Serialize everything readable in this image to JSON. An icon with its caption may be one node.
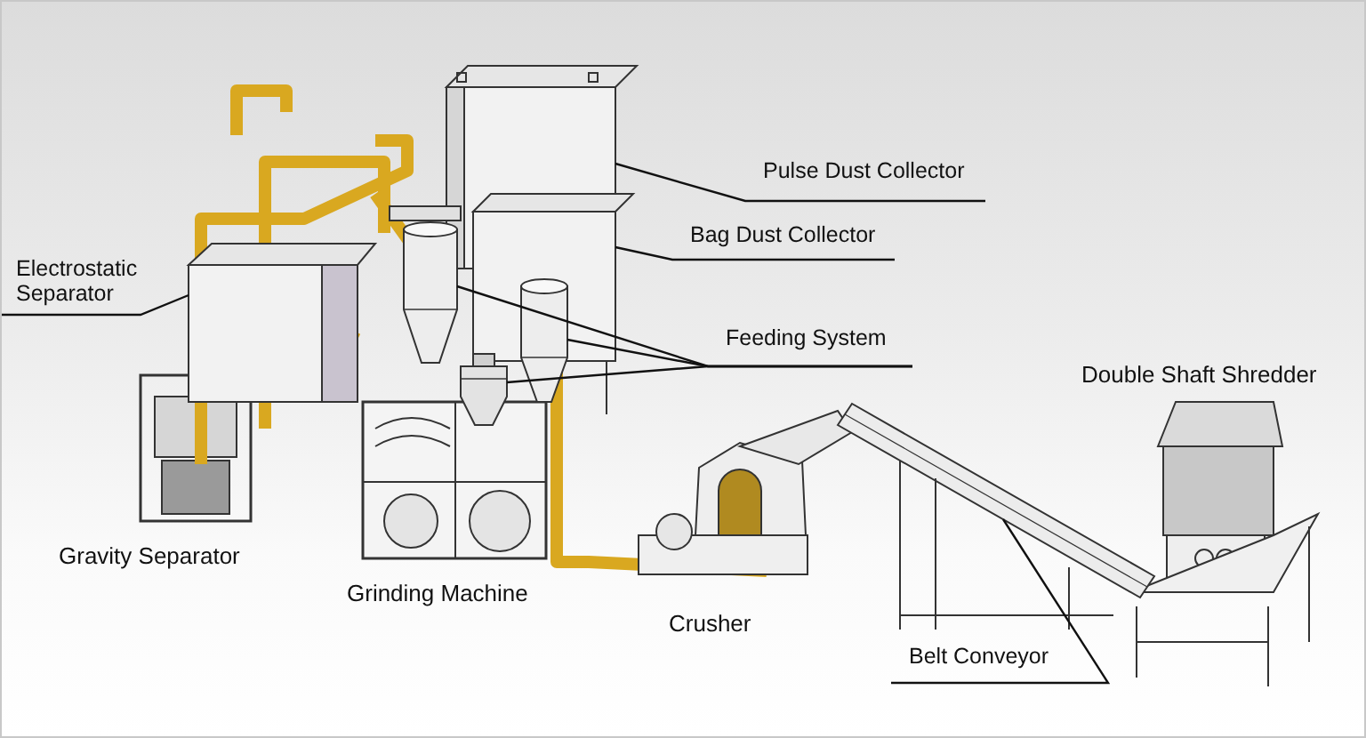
{
  "diagram": {
    "nodes": [
      {
        "text": [
          "Pulse Dust Collector"
        ]
      },
      {
        "text": [],
        "shape": "picture"
      },
      {
        "text": [
          "Bag Dust Collector"
        ]
      },
      {
        "text": [],
        "shape": "picture"
      },
      {
        "text": [
          "Electrostatic Separator"
        ]
      },
      {
        "text": [],
        "shape": "picture"
      },
      {
        "text": [
          "Feeding System"
        ]
      },
      {
        "text": [],
        "shape": "picture"
      },
      {
        "text": [],
        "shape": "picture"
      },
      {
        "text": [],
        "shape": "picture"
      },
      {
        "text": [
          "Belt Conveyor"
        ]
      },
      {
        "text": [],
        "shape": "picture"
      }
    ],
    "edges": [
      {
        "from": 0,
        "to": 1,
        "arrow": "none"
      },
      {
        "from": 2,
        "to": 3,
        "arrow": "none"
      },
      {
        "from": 4,
        "to": 5,
        "arrow": "none"
      },
      {
        "from": 6,
        "to": 7,
        "arrow": "none"
      },
      {
        "from": 6,
        "to": 8,
        "arrow": "none"
      },
      {
        "from": 6,
        "to": 9,
        "arrow": "none"
      },
      {
        "from": 10,
        "to": 11,
        "arrow": "none"
      }
    ],
    "labels": [
      "Double Shaft Shredder",
      "Gravity Separator",
      "Grinding Machine",
      "Crusher"
    ]
  }
}
